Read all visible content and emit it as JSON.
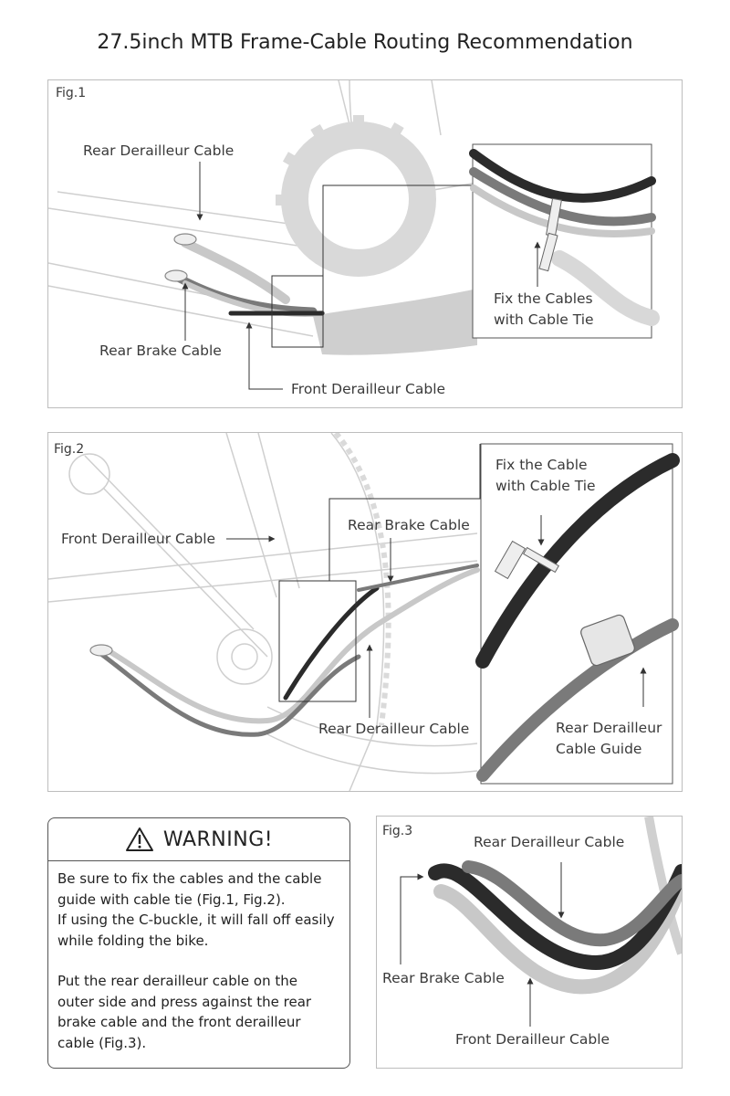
{
  "title": "27.5inch MTB Frame-Cable Routing Recommendation",
  "fig1": {
    "label": "Fig.1",
    "rear_derailleur_cable": "Rear Derailleur Cable",
    "rear_brake_cable": "Rear Brake Cable",
    "front_derailleur_cable": "Front Derailleur Cable",
    "fix_line1": "Fix the Cables",
    "fix_line2": "with Cable Tie"
  },
  "fig2": {
    "label": "Fig.2",
    "front_derailleur_cable": "Front Derailleur Cable",
    "rear_brake_cable": "Rear Brake Cable",
    "rear_derailleur_cable": "Rear Derailleur Cable",
    "fix_line1": "Fix the Cable",
    "fix_line2": "with Cable Tie",
    "guide_line1": "Rear Derailleur",
    "guide_line2": "Cable Guide"
  },
  "fig3": {
    "label": "Fig.3",
    "rear_derailleur_cable": "Rear Derailleur Cable",
    "rear_brake_cable": "Rear Brake Cable",
    "front_derailleur_cable": "Front Derailleur Cable"
  },
  "warning": {
    "icon": "warning-triangle-icon",
    "title": "WARNING!",
    "p1_l1": "Be sure to fix the cables and the cable",
    "p1_l2": "guide with cable tie (Fig.1, Fig.2).",
    "p1_l3": "If using the C-buckle, it will fall off easily",
    "p1_l4": "while folding the bike.",
    "p2_l1": "Put the rear derailleur cable on the",
    "p2_l2": "outer side and press against the rear",
    "p2_l3": "brake cable and the front derailleur",
    "p2_l4": "cable (Fig.3)."
  },
  "colors": {
    "black_cable": "#2b2b2b",
    "dark_gray_cable": "#7a7a7a",
    "light_gray_cable": "#c8c8c8",
    "frame_line": "#cfcfcf"
  }
}
